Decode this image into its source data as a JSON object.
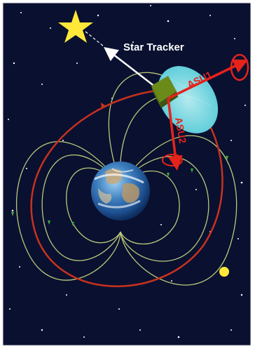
{
  "labels": {
    "star_tracker": "Star Tracker",
    "asu1": "ASU1",
    "asu2": "ASU2"
  },
  "colors": {
    "space_background": "#0a1030",
    "field_lines": "#b9c97a",
    "field_arrows": "#3fae3f",
    "orbit": "#c8321e",
    "asu_arrows": "#e5231b",
    "star": "#ffe83a",
    "sun": "#ffe83a",
    "cyan_cone": "#7fe6ee",
    "satellite_body": "#6a8a1a",
    "star_tracker_arrow": "#ffffff"
  },
  "icons": {
    "star": "star-icon",
    "sun": "sun-icon",
    "earth": "earth-icon",
    "satellite": "satellite-icon"
  }
}
